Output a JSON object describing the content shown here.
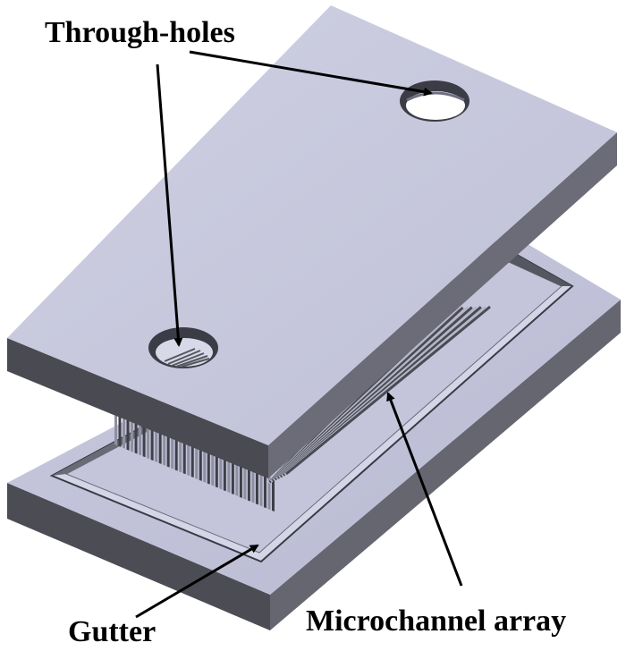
{
  "labels": {
    "through_holes": "Through-holes",
    "microchannel_array": "Microchannel array",
    "gutter": "Gutter"
  },
  "colors": {
    "plate_top": "#c8c9dd",
    "plate_side_front": "#4a4a52",
    "plate_side_right": "#6b6c78",
    "channel_fin": "#8e8fa0",
    "hole_interior": "#ffffff",
    "arrow": "#000000"
  }
}
